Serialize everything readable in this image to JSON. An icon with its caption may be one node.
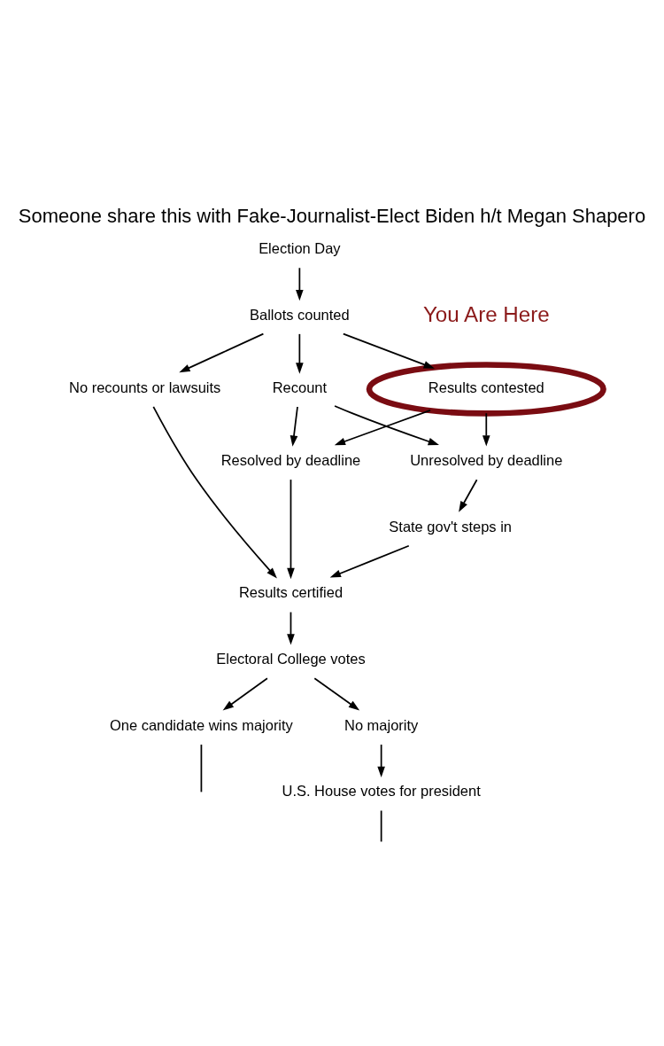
{
  "diagram": {
    "title": "Someone share this with Fake-Journalist-Elect Biden h/t Megan Shapero",
    "nodes": [
      {
        "text": [
          "Election Day"
        ]
      },
      {
        "text": [
          "Ballots counted"
        ]
      },
      {
        "text": [
          "No recounts or lawsuits"
        ]
      },
      {
        "text": [
          "Recount"
        ]
      },
      {
        "text": [
          "Results contested"
        ],
        "beside": [
          "You Are Here"
        ]
      },
      {
        "text": [
          "Resolved by deadline"
        ]
      },
      {
        "text": [
          "Unresolved by deadline"
        ]
      },
      {
        "text": [
          "State gov't steps in"
        ]
      },
      {
        "text": [
          "Results certified"
        ]
      },
      {
        "text": [
          "Electoral College votes"
        ]
      },
      {
        "text": [
          "One candidate wins majority"
        ]
      },
      {
        "text": [
          "No majority"
        ]
      },
      {
        "text": [
          "U.S. House votes for president"
        ]
      }
    ],
    "edges": [
      {
        "from": 0,
        "to": 1,
        "arrow": "to"
      },
      {
        "from": 1,
        "to": 2,
        "arrow": "to"
      },
      {
        "from": 1,
        "to": 3,
        "arrow": "to"
      },
      {
        "from": 1,
        "to": 4,
        "arrow": "to"
      },
      {
        "from": 3,
        "to": 5,
        "arrow": "to"
      },
      {
        "from": 3,
        "to": 6,
        "arrow": "to"
      },
      {
        "from": 4,
        "to": 5,
        "arrow": "to"
      },
      {
        "from": 4,
        "to": 6,
        "arrow": "to"
      },
      {
        "from": 6,
        "to": 7,
        "arrow": "to"
      },
      {
        "from": 2,
        "to": 8,
        "arrow": "to"
      },
      {
        "from": 5,
        "to": 8,
        "arrow": "to"
      },
      {
        "from": 7,
        "to": 8,
        "arrow": "to"
      },
      {
        "from": 8,
        "to": 9,
        "arrow": "to"
      },
      {
        "from": 9,
        "to": 10,
        "arrow": "to"
      },
      {
        "from": 9,
        "to": 11,
        "arrow": "to"
      },
      {
        "from": 11,
        "to": 12,
        "arrow": "to"
      },
      {
        "from": 10,
        "to": null,
        "arrow": "none"
      },
      {
        "from": 12,
        "to": null,
        "arrow": "none"
      }
    ]
  }
}
